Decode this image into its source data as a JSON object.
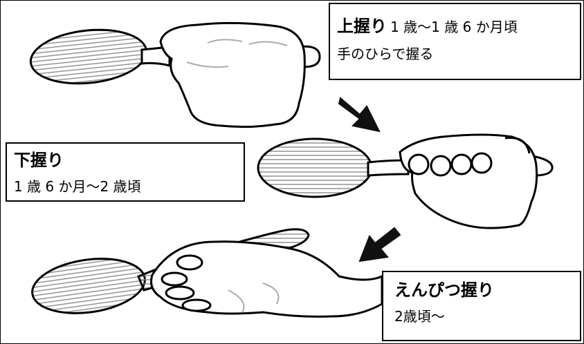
{
  "stages": {
    "upper": {
      "title": "上握り",
      "age": "1 歳～1 歳 6 か月頃",
      "description": "手のひらで握る"
    },
    "lower": {
      "title": "下握り",
      "age": "1 歳 6 か月～2 歳頃"
    },
    "pencil": {
      "title": "えんぴつ握り",
      "age": "2歳頃～"
    }
  },
  "colors": {
    "line": "#000000",
    "fill": "#ffffff",
    "hatch": "#9a9a9a"
  }
}
